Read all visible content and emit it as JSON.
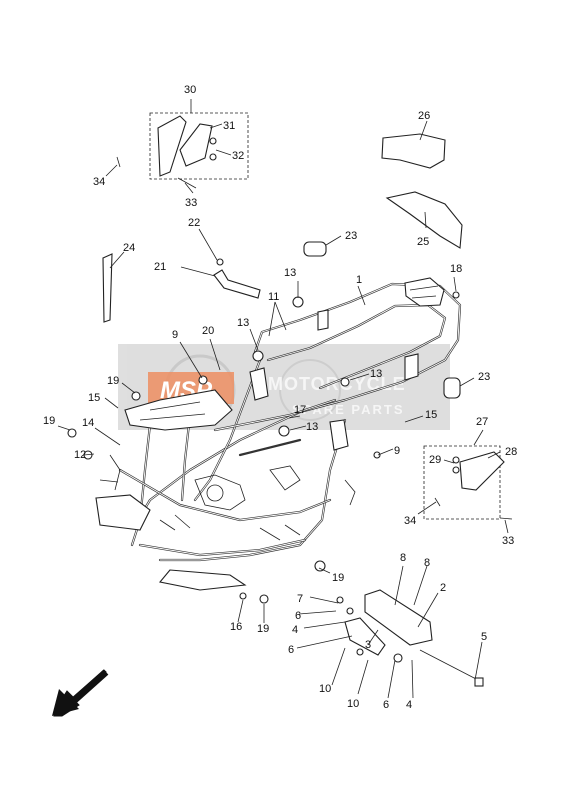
{
  "callouts": {
    "c1": "1",
    "c2": "2",
    "c3": "3",
    "c4a": "4",
    "c4b": "4",
    "c5": "5",
    "c6a": "6",
    "c6b": "6",
    "c6c": "6",
    "c7": "7",
    "c8a": "8",
    "c8b": "8",
    "c9a": "9",
    "c9b": "9",
    "c10a": "10",
    "c10b": "10",
    "c11": "11",
    "c12": "12",
    "c13a": "13",
    "c13b": "13",
    "c13c": "13",
    "c13d": "13",
    "c14": "14",
    "c15a": "15",
    "c15b": "15",
    "c16": "16",
    "c17": "17",
    "c18": "18",
    "c19a": "19",
    "c19b": "19",
    "c19c": "19",
    "c19d": "19",
    "c20": "20",
    "c21": "21",
    "c22": "22",
    "c23a": "23",
    "c23b": "23",
    "c24": "24",
    "c25": "25",
    "c26": "26",
    "c27": "27",
    "c28": "28",
    "c29": "29",
    "c30": "30",
    "c31": "31",
    "c32": "32",
    "c33a": "33",
    "c33b": "33",
    "c34a": "34",
    "c34b": "34"
  },
  "watermark": {
    "brand": "MSP",
    "line1": "MOTORCYCLE",
    "line2": "SPARE PARTS",
    "accent_color": "#e8692d",
    "band_color": "#cfcfcf"
  },
  "arrow_icon": "front-direction-arrow-icon"
}
